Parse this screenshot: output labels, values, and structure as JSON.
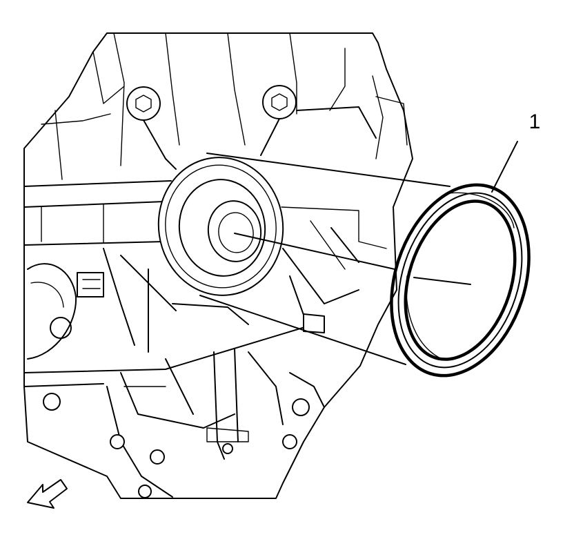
{
  "diagram": {
    "callouts": [
      {
        "id": 1,
        "label": "1",
        "part": "seal-ring"
      }
    ],
    "icons": [
      "front-direction-arrow-icon"
    ],
    "colors": {
      "line": "#000000",
      "background": "#ffffff"
    }
  }
}
